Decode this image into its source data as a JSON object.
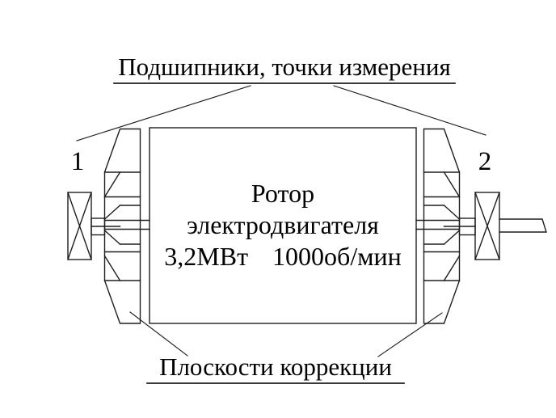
{
  "diagram": {
    "colors": {
      "background": "#ffffff",
      "line": "#1e1e1e",
      "text": "#000000"
    },
    "title": "Подшипники, точки измерения",
    "labels": {
      "bearing_left": "1",
      "bearing_right": "2"
    },
    "rotor": {
      "name_line1": "Ротор",
      "name_line2": "электродвигателя",
      "power": "3,2МВт",
      "speed": "1000об/мин"
    },
    "correction_planes_label": "Плоскости коррекции"
  }
}
